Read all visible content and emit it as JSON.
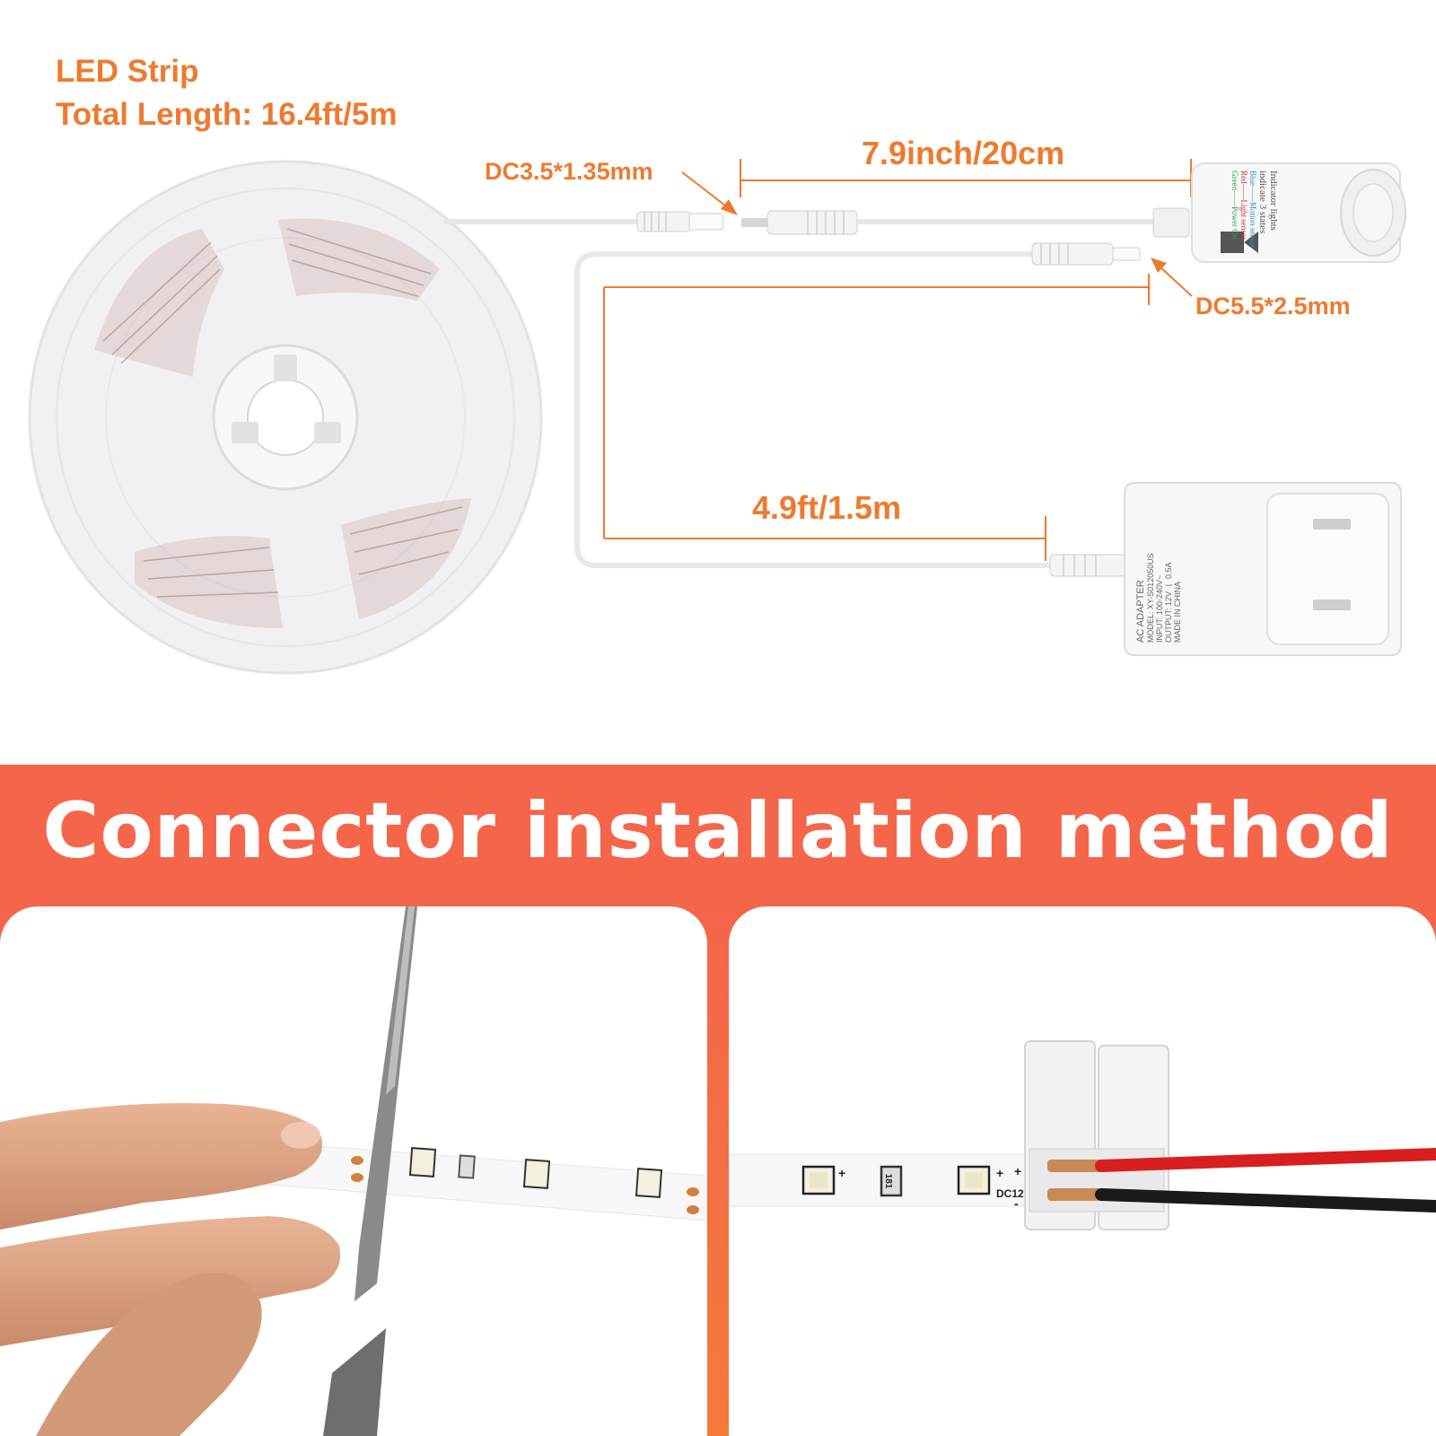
{
  "header": {
    "title_line1": "LED Strip",
    "title_line2": "Total Length: 16.4ft/5m"
  },
  "dimensions": {
    "dc_small": "DC3.5*1.35mm",
    "sensor_cable": "7.9inch/20cm",
    "dc_large": "DC5.5*2.5mm",
    "adapter_cable": "4.9ft/1.5m"
  },
  "sensor_label": {
    "line1": "Indicator lights",
    "line2": "indicate 3 states",
    "blue": "Blue——Motion sensor",
    "red": "Red——Light sensor",
    "green": "Green——Power On"
  },
  "adapter_label": {
    "line1": "AC ADAPTER",
    "line2": "MODEL: XY-S012050US",
    "line3": "INPUT: 100-240V~",
    "line4": "OUTPUT: 12V ⎓ 0.5A",
    "line5": "MADE IN CHINA"
  },
  "section": {
    "title": "Connector installation method"
  },
  "strip_marks": {
    "voltage": "DC12V",
    "resistor": "181",
    "plus": "+",
    "minus": "-"
  },
  "colors": {
    "accent": "#ee7a2e",
    "band": "#f5654a",
    "wire_red": "#d81e1e",
    "wire_black": "#1a1a1a"
  }
}
